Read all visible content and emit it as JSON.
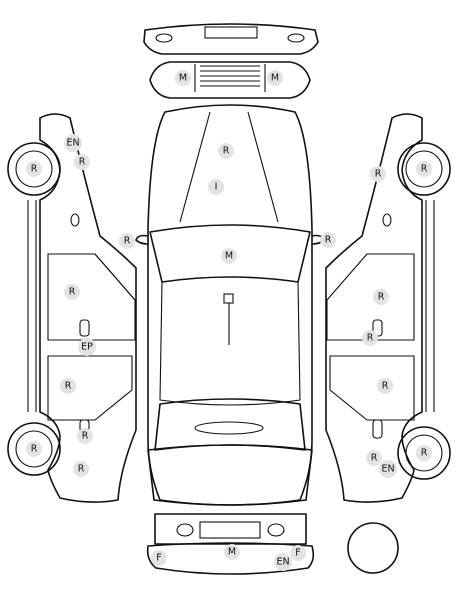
{
  "diagram": {
    "markers": [
      {
        "id": "left-front-wheel",
        "label": "R"
      },
      {
        "id": "left-front-fender-upper",
        "label": "EN"
      },
      {
        "id": "left-front-fender",
        "label": "R"
      },
      {
        "id": "hood",
        "label": "R"
      },
      {
        "id": "windshield",
        "label": "I"
      },
      {
        "id": "front-grille-left",
        "label": "M"
      },
      {
        "id": "front-grille-right",
        "label": "M"
      },
      {
        "id": "right-front-fender",
        "label": "R"
      },
      {
        "id": "right-front-wheel",
        "label": "R"
      },
      {
        "id": "left-mirror",
        "label": "R"
      },
      {
        "id": "right-mirror",
        "label": "R"
      },
      {
        "id": "roof-front",
        "label": "M"
      },
      {
        "id": "left-front-door",
        "label": "R"
      },
      {
        "id": "left-sill",
        "label": "EP"
      },
      {
        "id": "right-front-door",
        "label": "R"
      },
      {
        "id": "right-front-door-handle",
        "label": "R"
      },
      {
        "id": "left-rear-door",
        "label": "R"
      },
      {
        "id": "left-rear-door-handle",
        "label": "R"
      },
      {
        "id": "right-rear-door",
        "label": "R"
      },
      {
        "id": "left-rear-wheel",
        "label": "R"
      },
      {
        "id": "left-rear-quarter",
        "label": "R"
      },
      {
        "id": "right-rear-quarter",
        "label": "R"
      },
      {
        "id": "right-rear-quarter-lower",
        "label": "EN"
      },
      {
        "id": "right-rear-wheel",
        "label": "R"
      },
      {
        "id": "rear-bumper-center",
        "label": "M"
      },
      {
        "id": "rear-bumper-left",
        "label": "F"
      },
      {
        "id": "rear-bumper-right",
        "label": "F"
      },
      {
        "id": "rear-bumper-right-lower",
        "label": "EN"
      }
    ]
  }
}
